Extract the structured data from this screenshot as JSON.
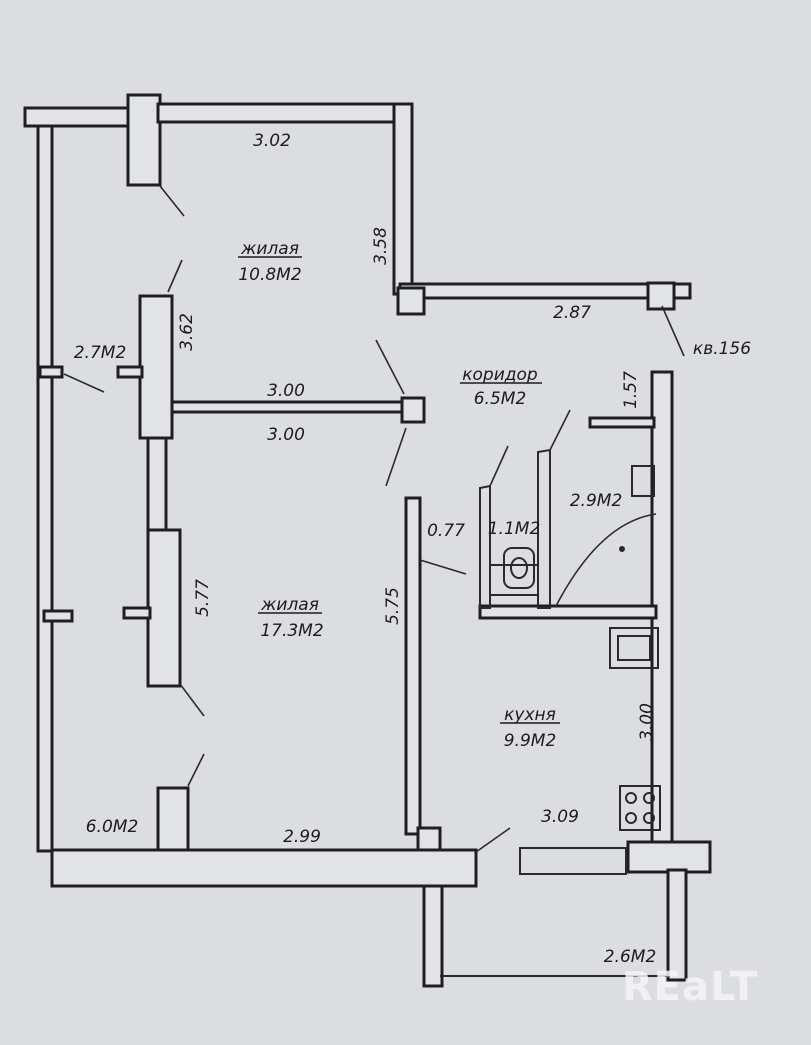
{
  "rooms": [
    {
      "id": "living_top",
      "name": "жилая",
      "area": "10.8М2"
    },
    {
      "id": "corridor",
      "name": "коридор",
      "area": "6.5М2"
    },
    {
      "id": "living_main",
      "name": "жилая",
      "area": "17.3М2"
    },
    {
      "id": "kitchen",
      "name": "кухня",
      "area": "9.9М2"
    }
  ],
  "areas": {
    "balcony_left": "2.7М2",
    "wc": "1.1М2",
    "bath": "2.9М2",
    "loggia_left": "6.0М2",
    "loggia_right": "2.6М2"
  },
  "dimensions": {
    "top_room_width": "3.02",
    "top_room_depth": "3.58",
    "corridor_top": "2.87",
    "partition_left": "3.62",
    "partition_mid_top": "3.00",
    "partition_mid_bottom": "3.00",
    "corridor_right": "1.57",
    "door_gap": "0.77",
    "main_left": "5.77",
    "main_right": "5.75",
    "kitchen_right": "3.00",
    "kitchen_bottom": "3.09",
    "main_bottom": "2.99"
  },
  "apartment_label": "кв.156",
  "watermark": "REaLT"
}
